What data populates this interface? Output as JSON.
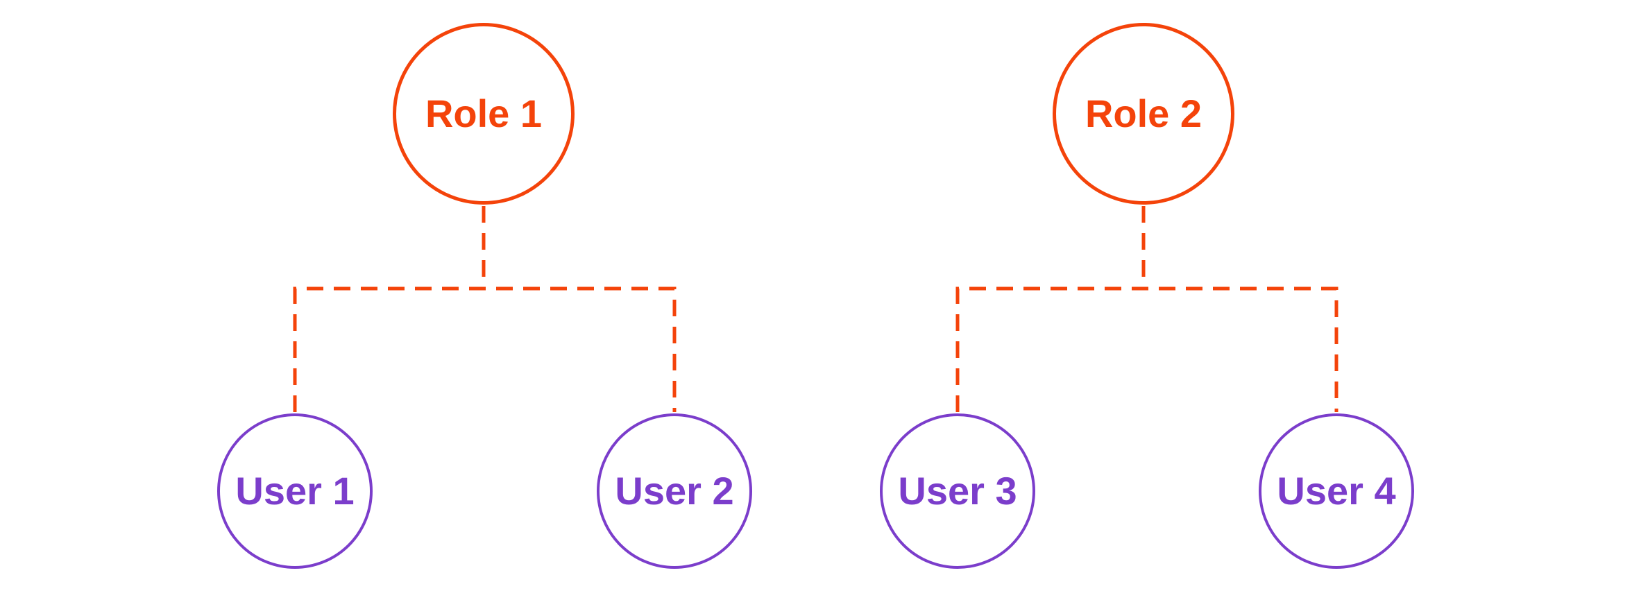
{
  "diagram": {
    "colors": {
      "role_accent": "#f4430a",
      "user_accent": "#7b3dcb",
      "background": "#ffffff"
    },
    "trees": [
      {
        "role": {
          "label": "Role 1"
        },
        "users": [
          {
            "label": "User 1"
          },
          {
            "label": "User 2"
          }
        ]
      },
      {
        "role": {
          "label": "Role 2"
        },
        "users": [
          {
            "label": "User 3"
          },
          {
            "label": "User 4"
          }
        ]
      }
    ]
  }
}
